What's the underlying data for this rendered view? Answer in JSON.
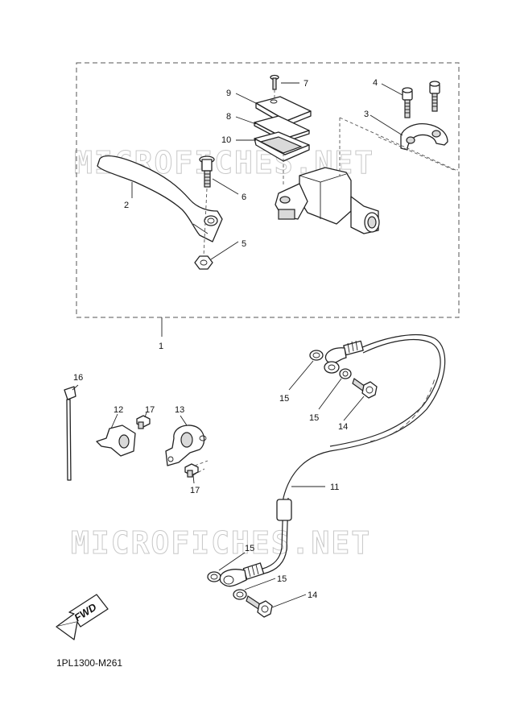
{
  "watermark": "MICROFICHES.NET",
  "fwd_label": "FWD",
  "diagram_code": "1PL1300-M261",
  "callouts": {
    "c1": "1",
    "c2": "2",
    "c3": "3",
    "c4": "4",
    "c5": "5",
    "c6": "6",
    "c7": "7",
    "c8": "8",
    "c9": "9",
    "c10": "10",
    "c11": "11",
    "c12": "12",
    "c13": "13",
    "c14a": "14",
    "c14b": "14",
    "c15a": "15",
    "c15b": "15",
    "c15c": "15",
    "c15d": "15",
    "c16": "16",
    "c17a": "17",
    "c17b": "17"
  }
}
